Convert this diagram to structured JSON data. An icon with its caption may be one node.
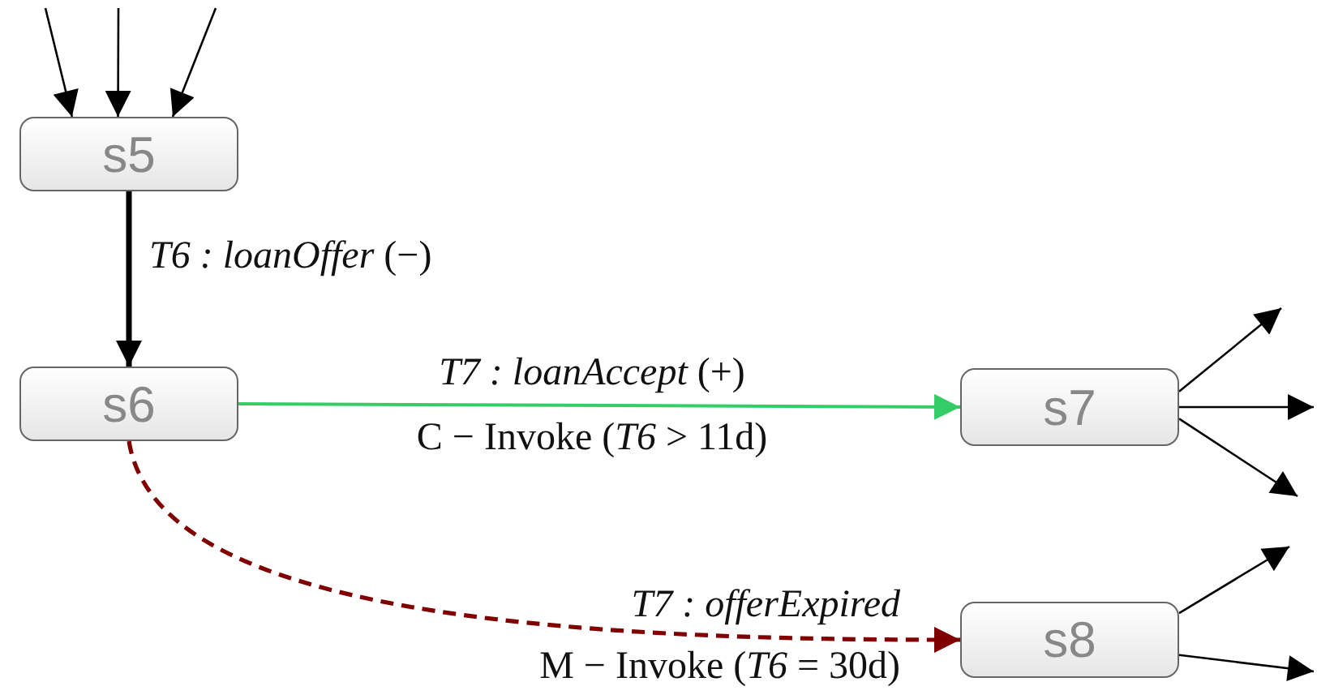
{
  "diagram": {
    "nodes": [
      {
        "text": [
          "s5"
        ]
      },
      {
        "text": [
          "s6"
        ]
      },
      {
        "text": [
          "s7"
        ]
      },
      {
        "text": [
          "s8"
        ]
      }
    ],
    "edges": [
      {
        "from": null,
        "to": 0,
        "arrow": "to"
      },
      {
        "from": null,
        "to": 0,
        "arrow": "to"
      },
      {
        "from": null,
        "to": 0,
        "arrow": "to"
      },
      {
        "from": 0,
        "to": 1,
        "arrow": "to",
        "label": "*T6 : loanOffer* (−)",
        "style": "thick"
      },
      {
        "from": 1,
        "to": 2,
        "arrow": "to",
        "label": "*T7 : loanAccept* (+) C − Invoke (*T6* > 11d)",
        "color": "#33cc66"
      },
      {
        "from": 1,
        "to": 3,
        "arrow": "to",
        "label": "*T7 : offerExpired* M − Invoke (*T6* = 30d)",
        "style": "dashed",
        "color": "#800000"
      },
      {
        "from": 2,
        "to": null,
        "arrow": "to"
      },
      {
        "from": 2,
        "to": null,
        "arrow": "to"
      },
      {
        "from": 2,
        "to": null,
        "arrow": "to"
      },
      {
        "from": 3,
        "to": null,
        "arrow": "to"
      },
      {
        "from": 3,
        "to": null,
        "arrow": "to"
      }
    ]
  }
}
